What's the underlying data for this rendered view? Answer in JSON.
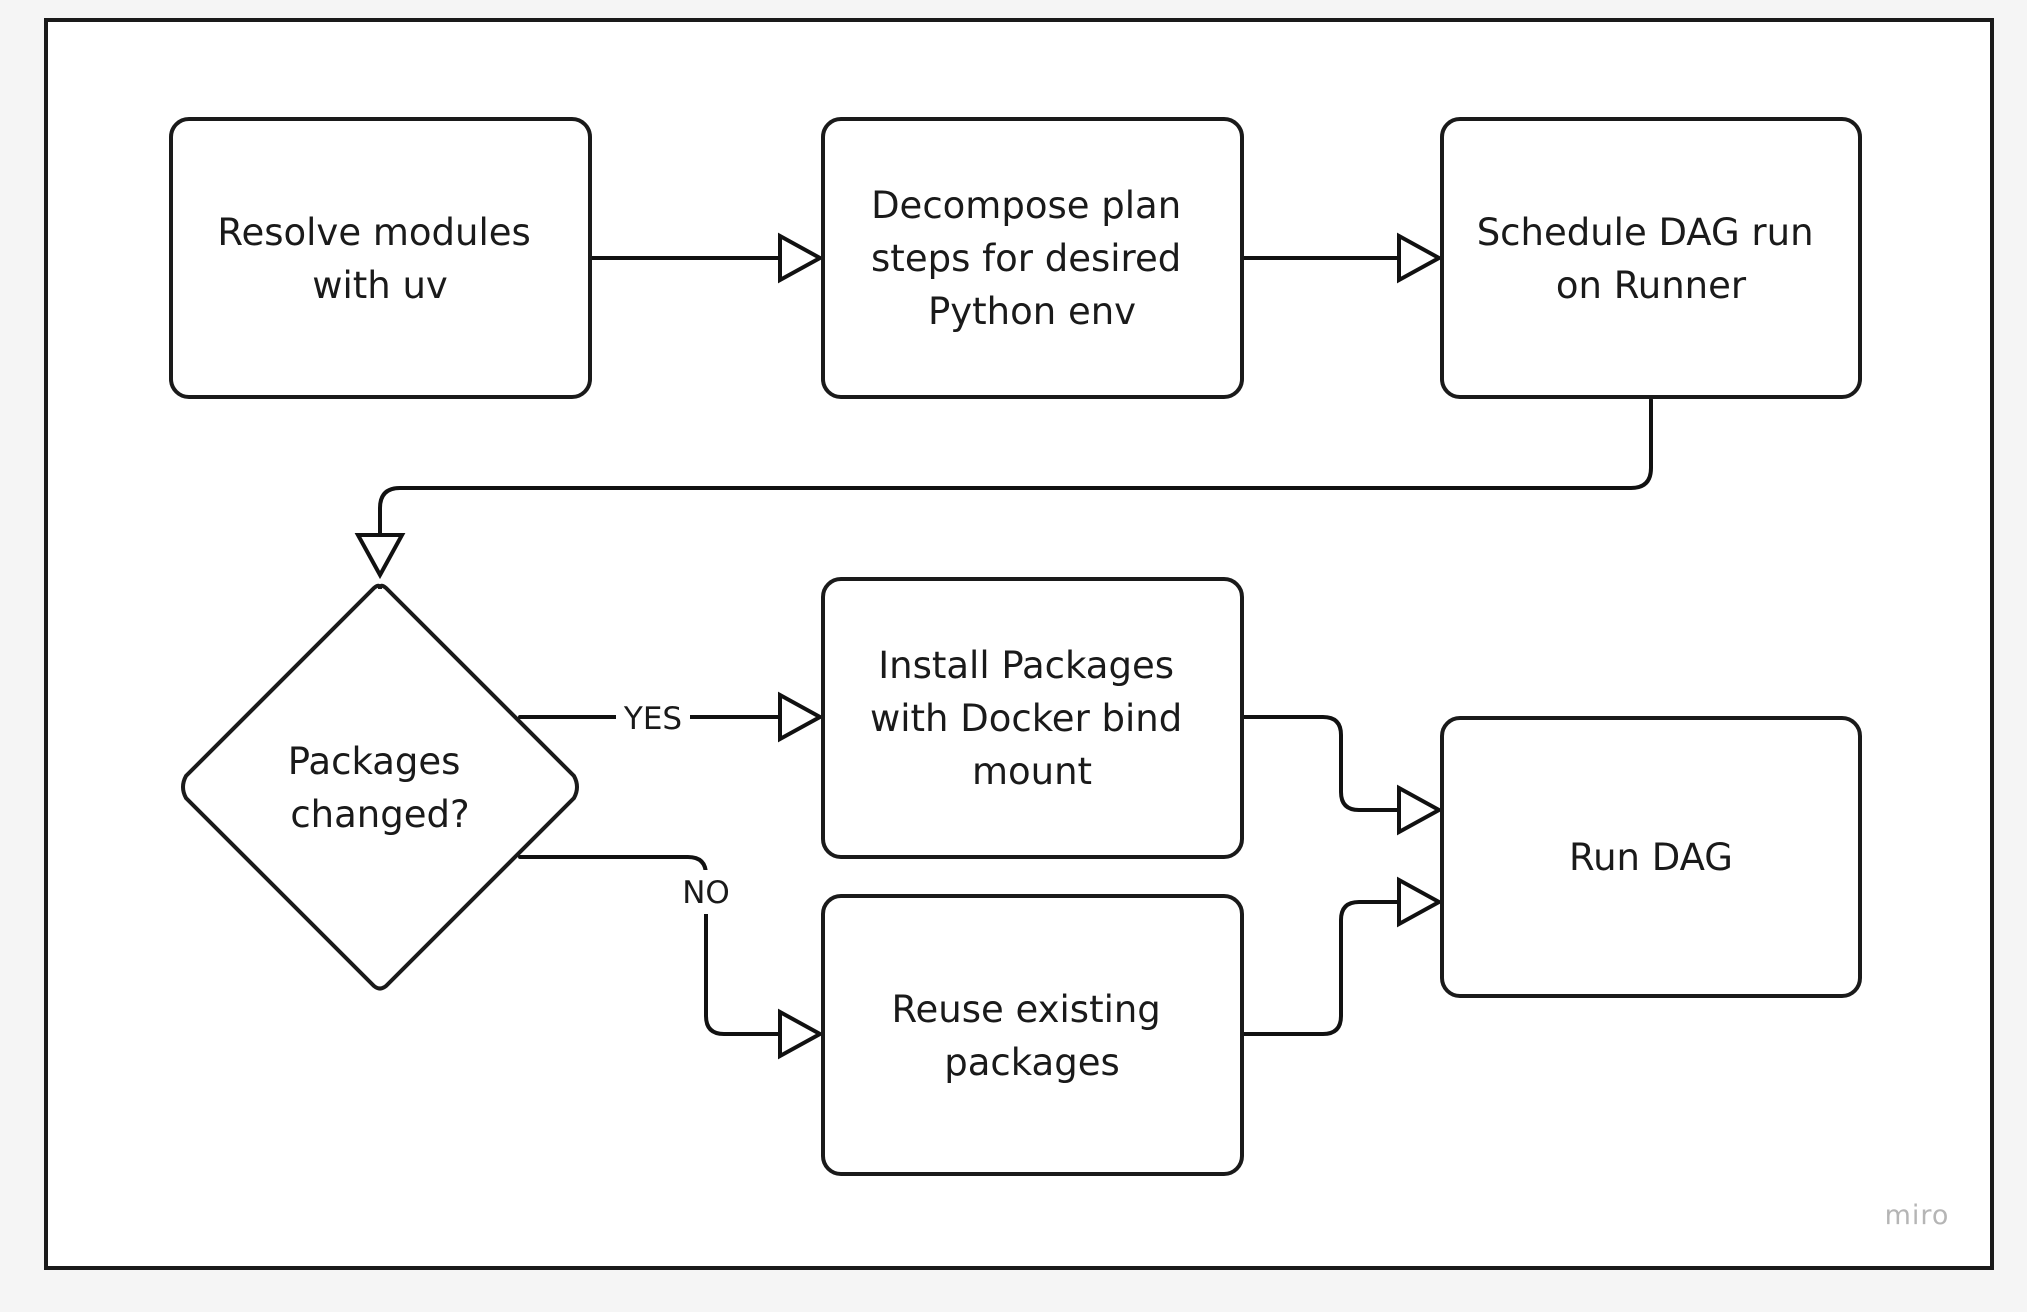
{
  "nodes": {
    "resolve": {
      "lines": [
        "Resolve modules",
        "with uv"
      ]
    },
    "decompose": {
      "lines": [
        "Decompose plan",
        "steps for desired",
        "Python env"
      ]
    },
    "schedule": {
      "lines": [
        "Schedule DAG run",
        "on Runner"
      ]
    },
    "decision": {
      "lines": [
        "Packages",
        "changed?"
      ]
    },
    "install": {
      "lines": [
        "Install Packages",
        "with Docker bind",
        "mount"
      ]
    },
    "reuse": {
      "lines": [
        "Reuse existing",
        "packages"
      ]
    },
    "run": {
      "lines": [
        "Run DAG"
      ]
    }
  },
  "edges": {
    "yes_label": "YES",
    "no_label": "NO"
  },
  "brand": "miro"
}
